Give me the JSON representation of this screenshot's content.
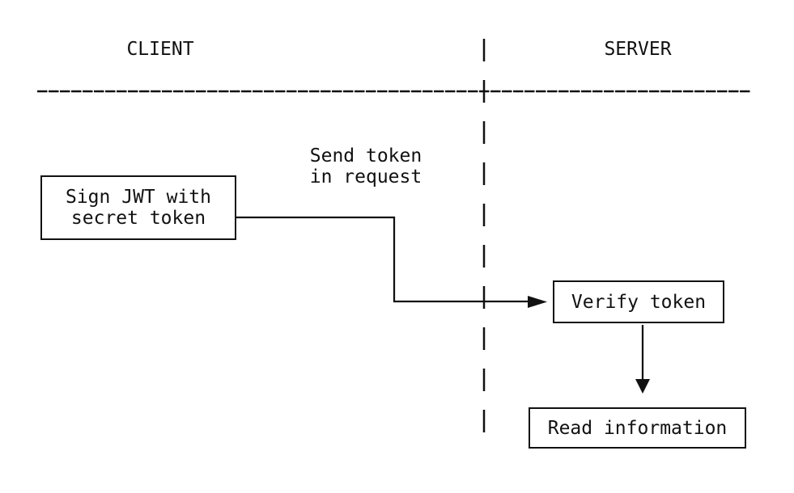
{
  "diagram": {
    "type": "flowchart",
    "lanes": [
      {
        "id": "client",
        "label": "CLIENT"
      },
      {
        "id": "server",
        "label": "SERVER"
      }
    ],
    "nodes": [
      {
        "id": "sign-jwt",
        "lane": "client",
        "label": "Sign JWT with\nsecret token"
      },
      {
        "id": "verify-token",
        "lane": "server",
        "label": "Verify token"
      },
      {
        "id": "read-information",
        "lane": "server",
        "label": "Read information"
      }
    ],
    "edges": [
      {
        "from": "sign-jwt",
        "to": "verify-token",
        "label": "Send token\nin request"
      },
      {
        "from": "verify-token",
        "to": "read-information",
        "label": ""
      }
    ],
    "colors": {
      "ink": "#111111",
      "background": "#ffffff"
    }
  }
}
